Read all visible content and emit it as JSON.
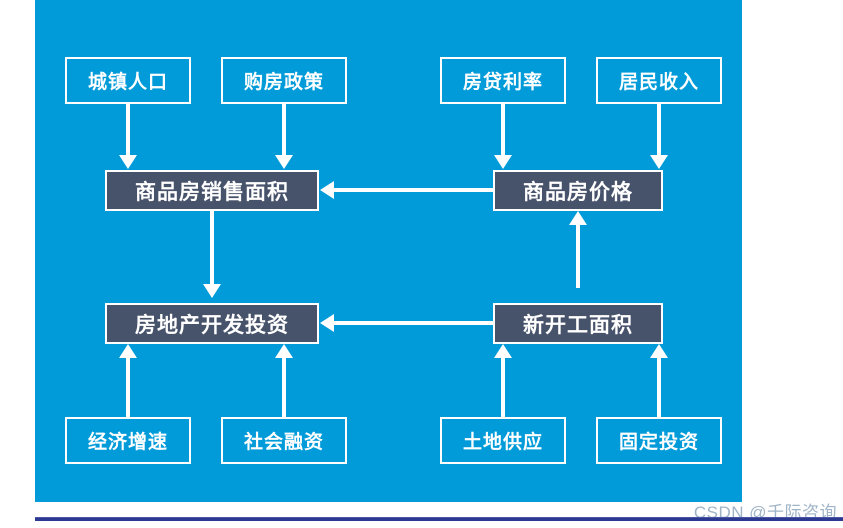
{
  "panel": {
    "background_color": "#019BD9",
    "dark_node_color": "#47526b",
    "node_border_color": "#ffffff",
    "connector_color": "#ffffff"
  },
  "nodes": {
    "top_inputs": [
      {
        "id": "urban-population",
        "label": "城镇人口"
      },
      {
        "id": "home-purchase-policy",
        "label": "购房政策"
      },
      {
        "id": "mortgage-rate",
        "label": "房贷利率"
      },
      {
        "id": "resident-income",
        "label": "居民收入"
      }
    ],
    "middle_row": [
      {
        "id": "commercial-housing-sales-area",
        "label": "商品房销售面积"
      },
      {
        "id": "commercial-housing-price",
        "label": "商品房价格"
      }
    ],
    "lower_row": [
      {
        "id": "real-estate-development-investment",
        "label": "房地产开发投资"
      },
      {
        "id": "new-construction-area",
        "label": "新开工面积"
      }
    ],
    "bottom_inputs": [
      {
        "id": "economic-growth-rate",
        "label": "经济增速"
      },
      {
        "id": "social-financing",
        "label": "社会融资"
      },
      {
        "id": "land-supply",
        "label": "土地供应"
      },
      {
        "id": "fixed-investment",
        "label": "固定投资"
      }
    ]
  },
  "edges": [
    {
      "from": "城镇人口",
      "to": "商品房销售面积",
      "direction": "down"
    },
    {
      "from": "购房政策",
      "to": "商品房销售面积",
      "direction": "down"
    },
    {
      "from": "房贷利率",
      "to": "商品房价格",
      "direction": "down"
    },
    {
      "from": "居民收入",
      "to": "商品房价格",
      "direction": "down"
    },
    {
      "from": "商品房价格",
      "to": "商品房销售面积",
      "direction": "left"
    },
    {
      "from": "商品房销售面积",
      "to": "房地产开发投资",
      "direction": "down"
    },
    {
      "from": "新开工面积",
      "to": "商品房价格",
      "direction": "up"
    },
    {
      "from": "新开工面积",
      "to": "房地产开发投资",
      "direction": "left"
    },
    {
      "from": "经济增速",
      "to": "房地产开发投资",
      "direction": "up"
    },
    {
      "from": "社会融资",
      "to": "房地产开发投资",
      "direction": "up"
    },
    {
      "from": "土地供应",
      "to": "新开工面积",
      "direction": "up"
    },
    {
      "from": "固定投资",
      "to": "新开工面积",
      "direction": "up"
    }
  ],
  "watermark": {
    "text": "CSDN @千际咨询"
  }
}
